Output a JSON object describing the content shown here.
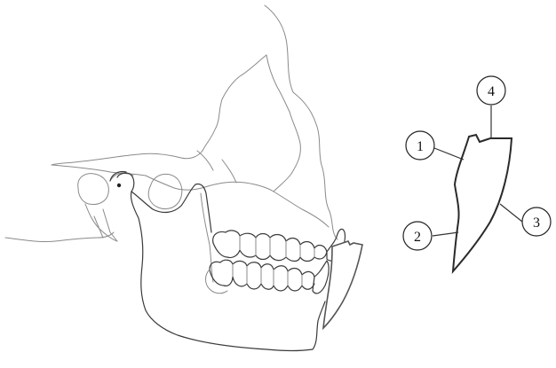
{
  "callouts": [
    {
      "id": "c1",
      "label": "1"
    },
    {
      "id": "c2",
      "label": "2"
    },
    {
      "id": "c3",
      "label": "3"
    },
    {
      "id": "c4",
      "label": "4"
    }
  ],
  "colors": {
    "skull_outline": "#8a8a8a",
    "mandible_outline": "#3a3a3a",
    "appliance_outline": "#2a2a2a"
  }
}
